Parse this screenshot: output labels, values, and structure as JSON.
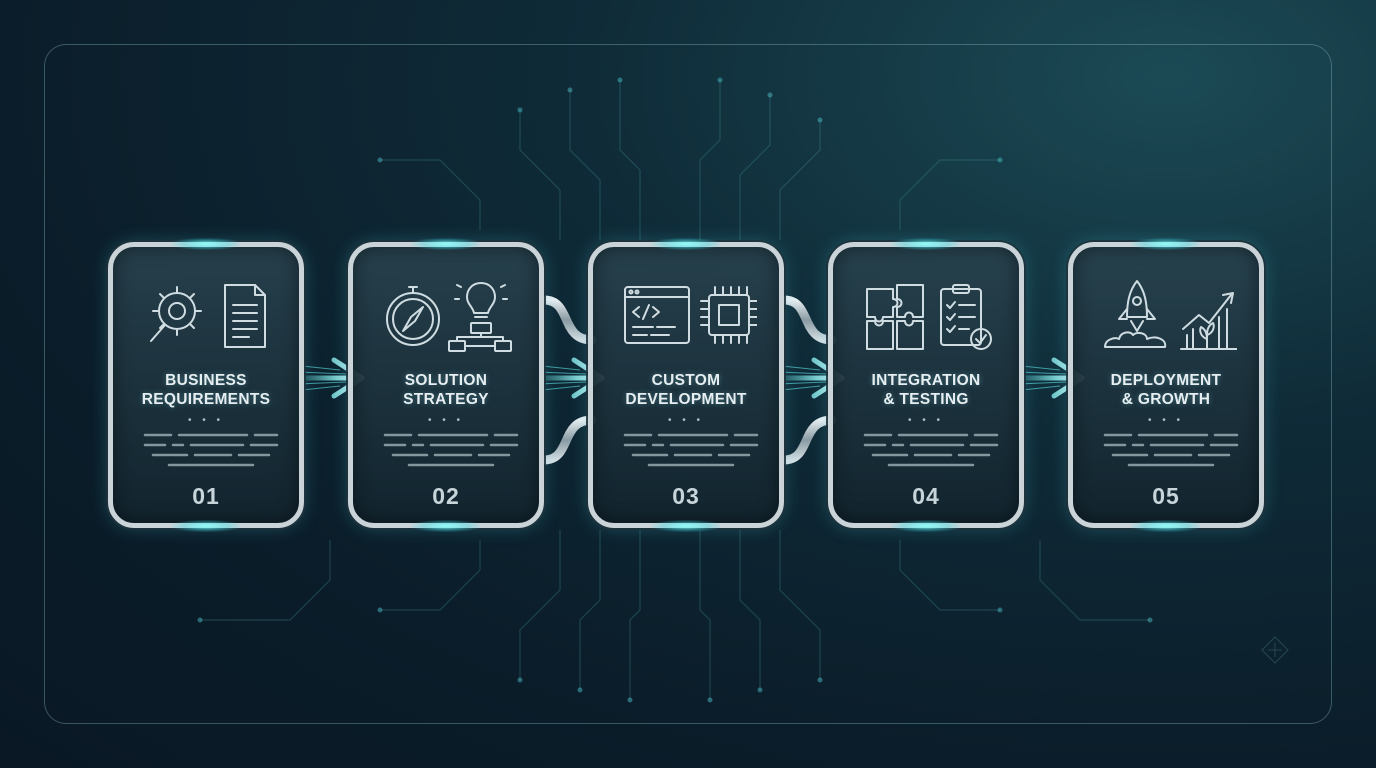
{
  "steps": [
    {
      "title_line1": "BUSINESS",
      "title_line2": "REQUIREMENTS",
      "dots": "• • •",
      "number": "01",
      "icons": [
        "gear-magnifier-icon",
        "document-icon"
      ]
    },
    {
      "title_line1": "SOLUTION",
      "title_line2": "STRATEGY",
      "dots": "• • •",
      "number": "02",
      "icons": [
        "compass-icon",
        "lightbulb-flowchart-icon"
      ]
    },
    {
      "title_line1": "CUSTOM",
      "title_line2": "DEVELOPMENT",
      "dots": "• • •",
      "number": "03",
      "icons": [
        "code-window-icon",
        "microchip-icon"
      ]
    },
    {
      "title_line1": "INTEGRATION",
      "title_line2": "& TESTING",
      "dots": "• • •",
      "number": "04",
      "icons": [
        "puzzle-icon",
        "checklist-icon"
      ]
    },
    {
      "title_line1": "DEPLOYMENT",
      "title_line2": "& GROWTH",
      "dots": "• • •",
      "number": "05",
      "icons": [
        "rocket-icon",
        "growth-chart-icon"
      ]
    }
  ],
  "colors": {
    "accent": "#5fe6ea",
    "card_border": "#c9d3d8",
    "background": "#0b1d2a",
    "text": "#e6eef1"
  }
}
